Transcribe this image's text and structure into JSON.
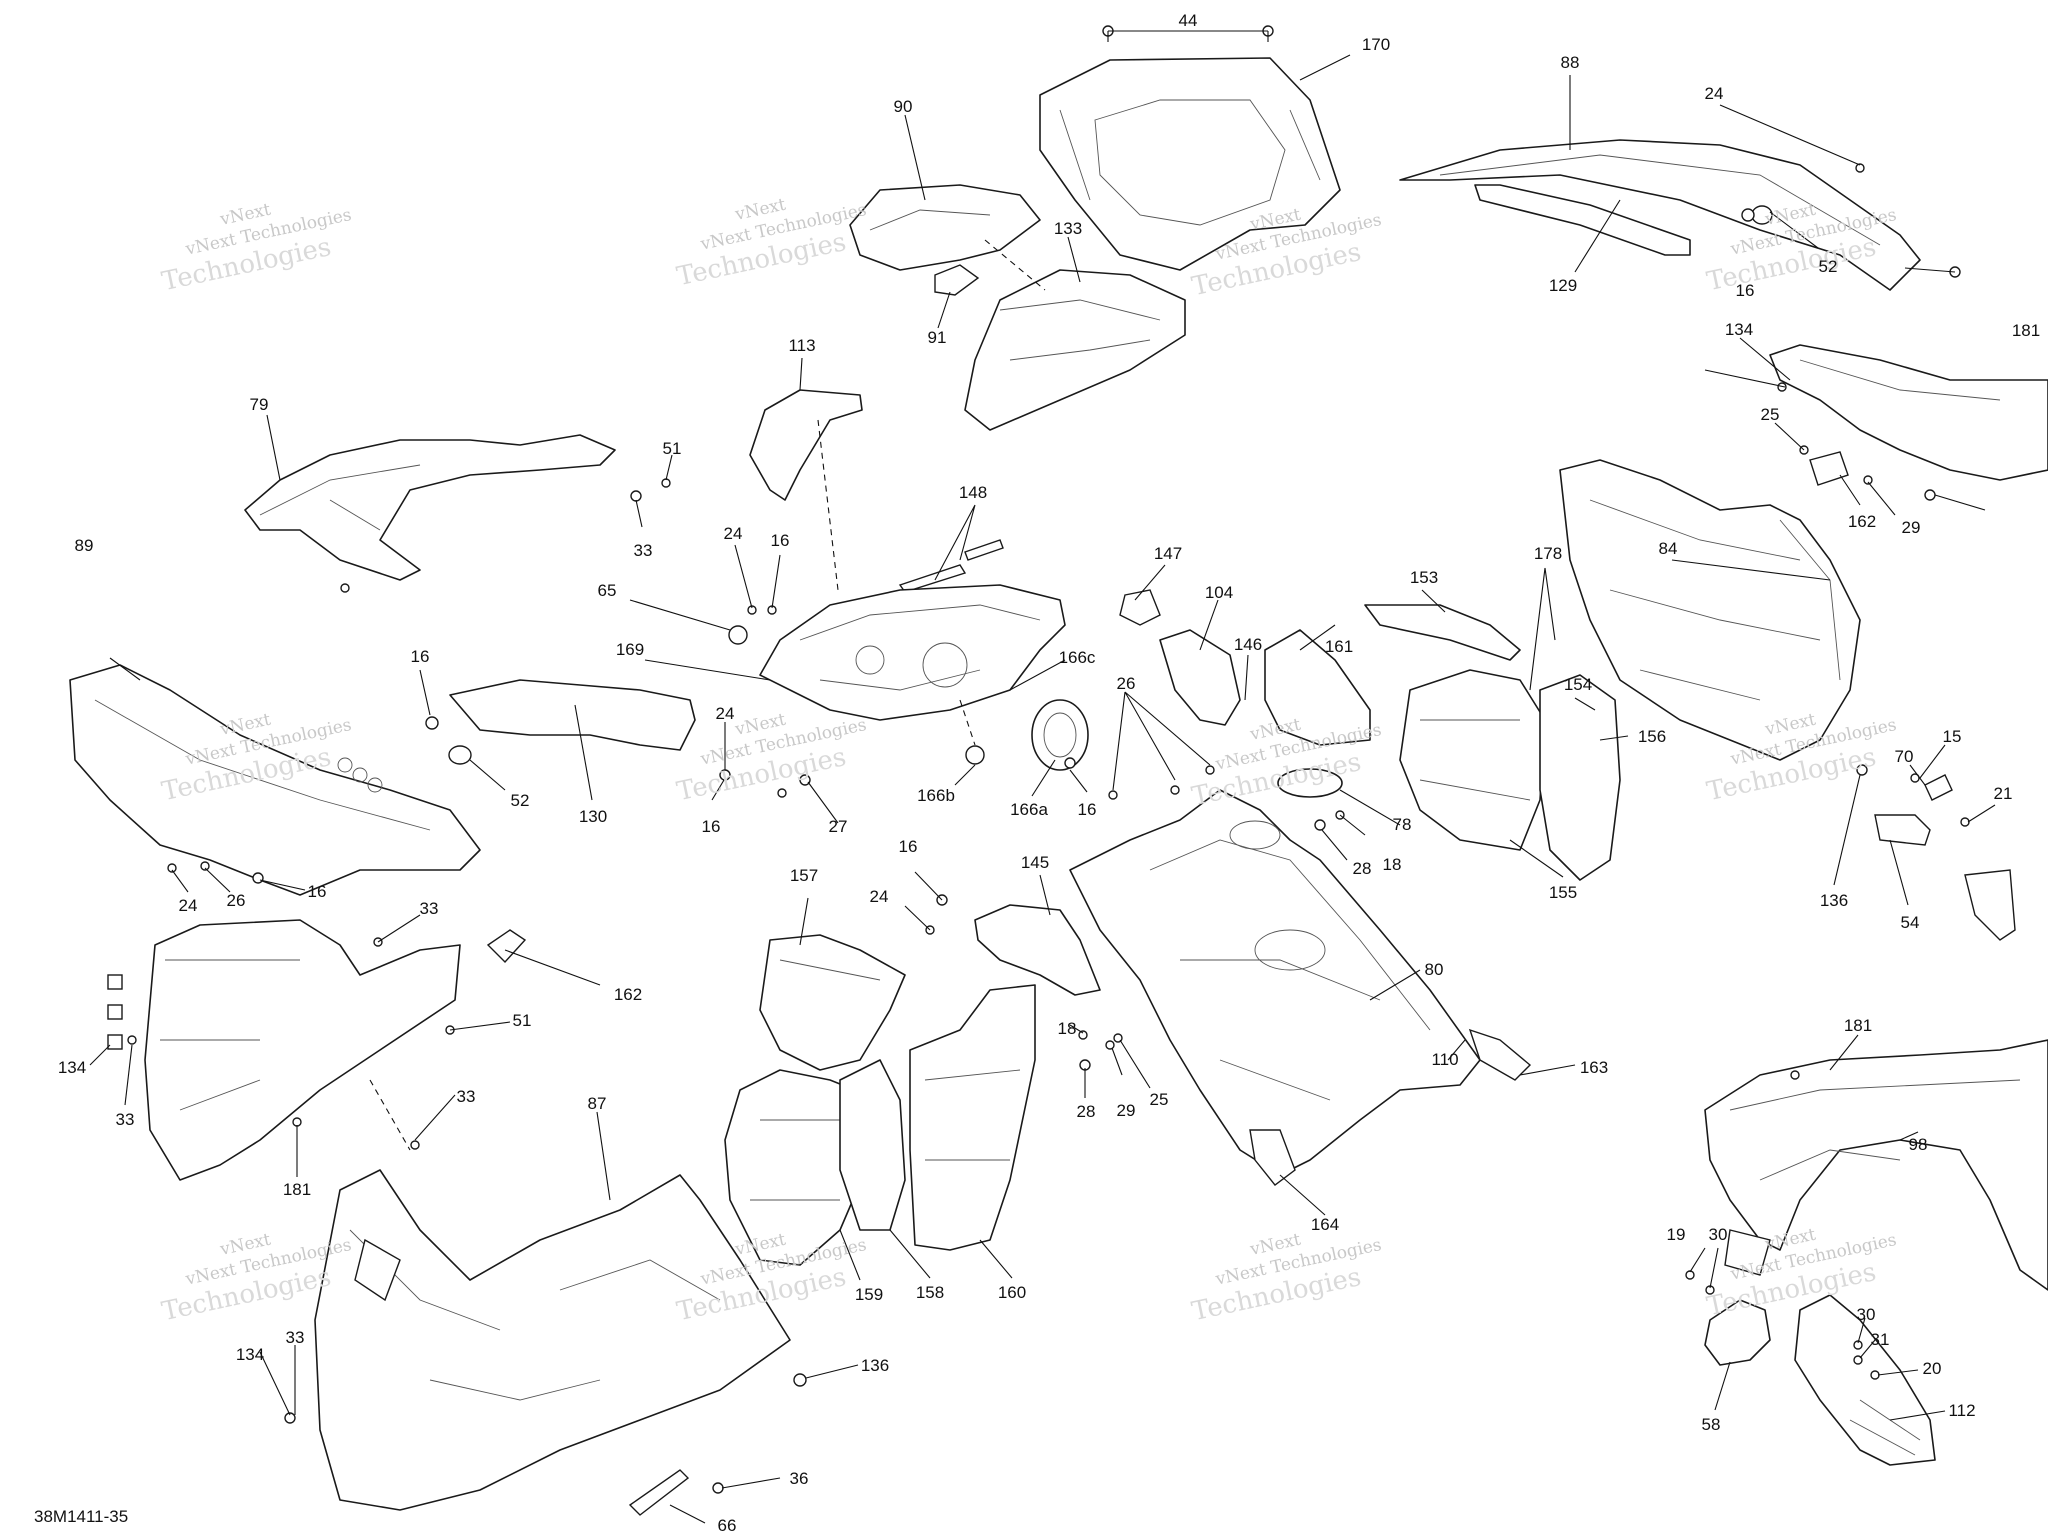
{
  "diagram_code": "38M1411-35",
  "watermark": {
    "line1": "vNext",
    "line2": "vNext Technologies",
    "line3": "Technologies"
  },
  "callouts": [
    "44",
    "170",
    "88",
    "24",
    "90",
    "133",
    "91",
    "129",
    "16",
    "52",
    "181",
    "113",
    "79",
    "51",
    "33",
    "134",
    "25",
    "162",
    "29",
    "148",
    "24",
    "16",
    "147",
    "104",
    "146",
    "161",
    "153",
    "178",
    "84",
    "65",
    "169",
    "166c",
    "26",
    "154",
    "156",
    "89",
    "16",
    "52",
    "130",
    "24",
    "16",
    "27",
    "166b",
    "166a",
    "16",
    "18",
    "28",
    "78",
    "155",
    "15",
    "70",
    "21",
    "54",
    "136",
    "24",
    "26",
    "16",
    "33",
    "16",
    "24",
    "145",
    "157",
    "80",
    "162",
    "51",
    "134",
    "33",
    "181",
    "33",
    "87",
    "18",
    "29",
    "25",
    "28",
    "163",
    "159",
    "158",
    "160",
    "164",
    "110",
    "181",
    "98",
    "19",
    "30",
    "30",
    "31",
    "20",
    "58",
    "112",
    "134",
    "33",
    "136",
    "36",
    "66"
  ]
}
